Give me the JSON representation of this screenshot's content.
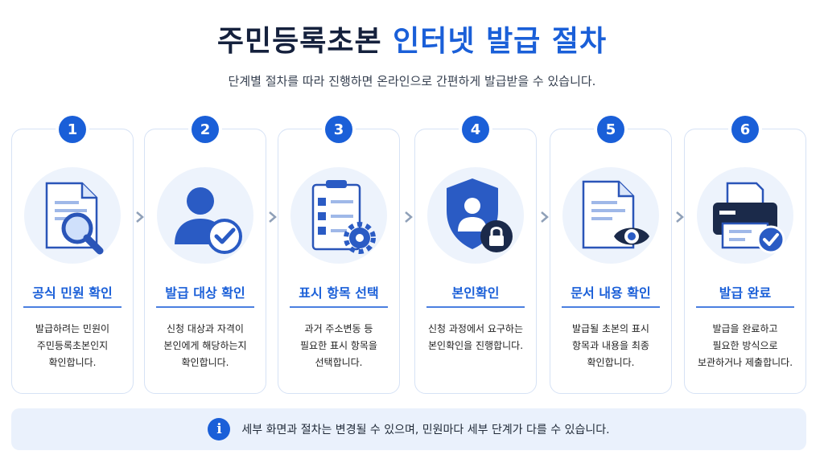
{
  "header": {
    "title_dark": "주민등록초본",
    "title_blue": "인터넷 발급 절차",
    "subtitle": "단계별 절차를 따라 진행하면 온라인으로 간편하게 발급받을 수 있습니다."
  },
  "steps": [
    {
      "number": "1",
      "title": "공식 민원 확인",
      "desc": "발급하려는 민원이\n주민등록초본인지\n확인합니다.",
      "icon": "document-search-icon"
    },
    {
      "number": "2",
      "title": "발급 대상 확인",
      "desc": "신청 대상과 자격이\n본인에게 해당하는지\n확인합니다.",
      "icon": "user-check-icon"
    },
    {
      "number": "3",
      "title": "표시 항목 선택",
      "desc": "과거 주소변동 등\n필요한 표시 항목을\n선택합니다.",
      "icon": "checklist-gear-icon"
    },
    {
      "number": "4",
      "title": "본인확인",
      "desc": "신청 과정에서 요구하는\n본인확인을 진행합니다.",
      "icon": "shield-lock-icon"
    },
    {
      "number": "5",
      "title": "문서 내용 확인",
      "desc": "발급될 초본의 표시\n항목과 내용을 최종\n확인합니다.",
      "icon": "document-eye-icon"
    },
    {
      "number": "6",
      "title": "발급 완료",
      "desc": "발급을 완료하고\n필요한 방식으로\n보관하거나 제출합니다.",
      "icon": "printer-check-icon"
    }
  ],
  "notice": {
    "icon": "info-icon",
    "text": "세부 화면과 절차는 변경될 수 있으며, 민원마다 세부 단계가 다를 수 있습니다."
  },
  "colors": {
    "accent": "#1a5fd8",
    "dark": "#15213d",
    "card_border": "#d6e2f5",
    "notice_bg": "#eaf1fc"
  }
}
